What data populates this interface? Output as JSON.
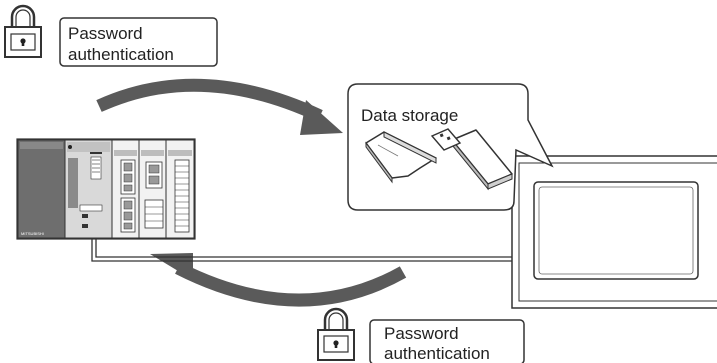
{
  "top_label": {
    "line1": "Password",
    "line2": "authentication"
  },
  "bottom_label": {
    "line1": "Password",
    "line2": "authentication"
  },
  "storage": {
    "title": "Data storage"
  },
  "plc": {
    "brand": "MITSUBISHI"
  },
  "icons": {
    "top_lock": "padlock-icon",
    "bottom_lock": "padlock-icon",
    "sd_card": "sd-card-icon",
    "usb": "usb-stick-icon"
  },
  "colors": {
    "arrow": "#5a5a5a",
    "plc_dark": "#6e6e6e",
    "plc_light": "#d9d9d9",
    "outline": "#333333"
  }
}
